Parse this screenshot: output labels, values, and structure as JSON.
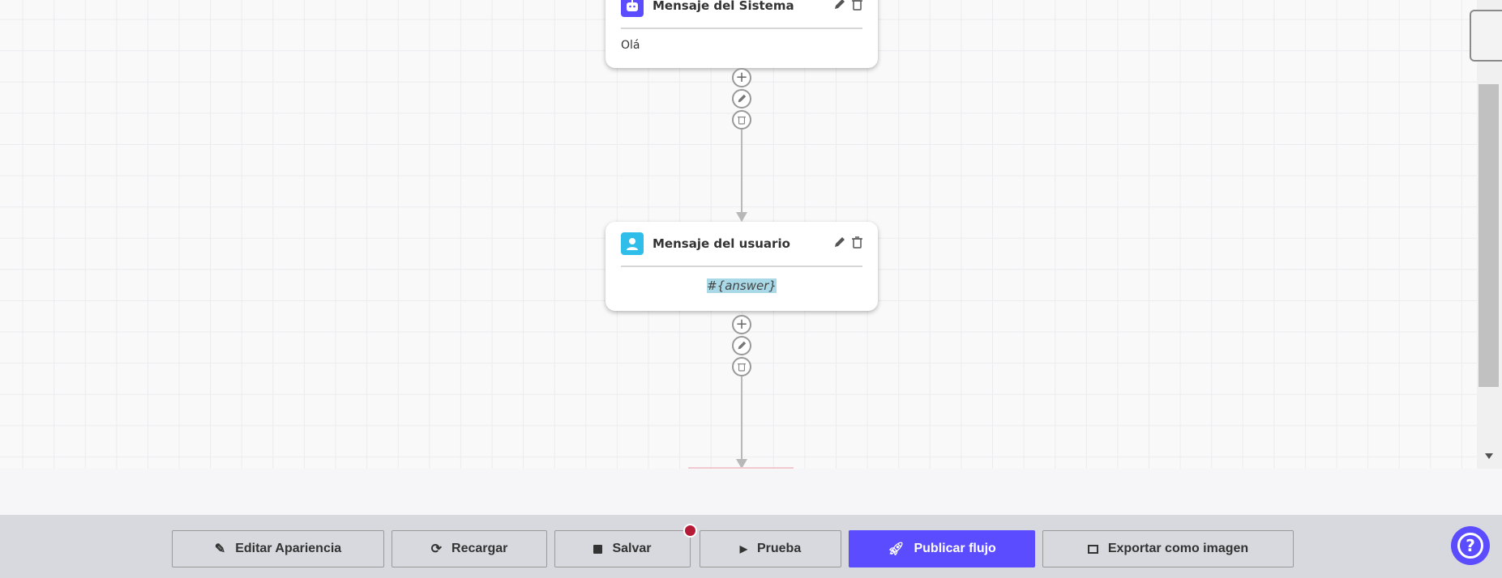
{
  "nodes": [
    {
      "title": "Mensaje del Sistema",
      "body": "Olá",
      "icon": "robot-icon",
      "color": "#5b4cff"
    },
    {
      "title": "Mensaje del usuario",
      "body": "#{answer}",
      "icon": "user-icon",
      "color": "#2fbde9"
    }
  ],
  "toolbar": {
    "edit_appearance": "Editar Apariencia",
    "reload": "Recargar",
    "save": "Salvar",
    "test": "Prueba",
    "publish": "Publicar flujo",
    "export": "Exportar como imagen"
  },
  "help": "?",
  "colors": {
    "primary": "#5b4cff",
    "unsaved_dot": "#b51b36"
  }
}
